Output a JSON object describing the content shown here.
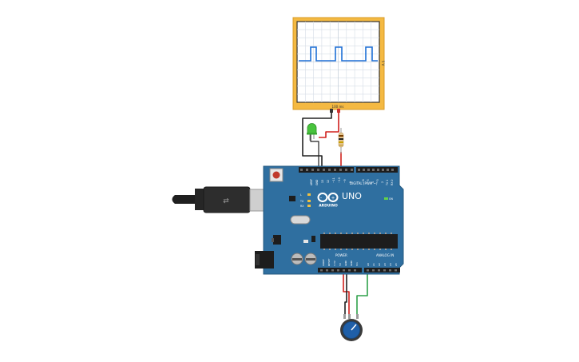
{
  "oscilloscope": {
    "x_label": "100 ms",
    "y_label": "5 V",
    "frame_color": "#f2b33d",
    "trace_color": "#1d6fd6"
  },
  "arduino": {
    "logo_text": "ARDUINO",
    "model": "UNO",
    "on_label": "ON",
    "digital_header": "DIGITAL (PWM ~)",
    "power_header": "POWER",
    "analog_header": "ANALOG IN",
    "led_labels": [
      "L",
      "TX",
      "RX"
    ],
    "aref_label": "AREF",
    "gnd_label": "GND",
    "digital_pins": [
      "13",
      "12",
      "~11",
      "~10",
      "~9",
      "8",
      "7",
      "~6",
      "~5",
      "4",
      "~3",
      "2",
      "TX 1",
      "RX 0"
    ],
    "power_pins": [
      "IOREF",
      "RESET",
      "3.3V",
      "5V",
      "GND",
      "GND",
      "Vin"
    ],
    "analog_pins": [
      "A0",
      "A1",
      "A2",
      "A3",
      "A4",
      "A5"
    ],
    "board_color": "#2f6fa0"
  },
  "components": {
    "led_color": "#48c33d",
    "resistor_color": "#e4c48d",
    "potentiometer_knob_color": "#1f5fa8"
  },
  "wires": {
    "black": "#222222",
    "red": "#d0211d",
    "green": "#2fa14a"
  }
}
